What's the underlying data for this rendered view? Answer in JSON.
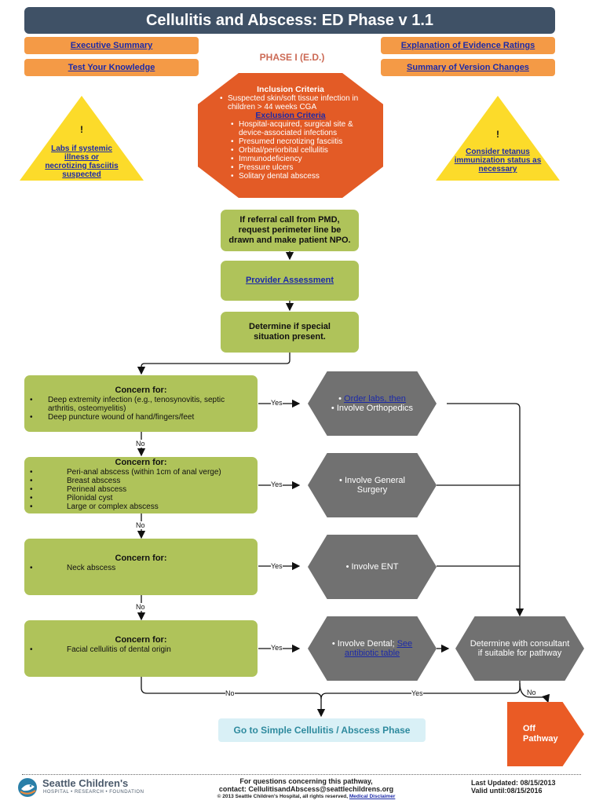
{
  "header": {
    "title": "Cellulitis and Abscess:  ED Phase v 1.1"
  },
  "nav": {
    "executive_summary": "Executive Summary",
    "test_knowledge": "Test Your Knowledge",
    "evidence_ratings": "Explanation of Evidence Ratings",
    "version_changes": "Summary of Version Changes"
  },
  "phase_label": "PHASE I (E.D.)",
  "criteria": {
    "inclusion_title": "Inclusion Criteria",
    "inclusion_items": [
      "Suspected skin/soft tissue infection in children > 44 weeks CGA"
    ],
    "exclusion_title": "Exclusion Criteria",
    "exclusion_items": [
      "Hospital-acquired, surgical site & device-associated infections",
      "Presumed necrotizing fasciitis",
      "Orbital/periorbital cellulitis",
      "Immunodeficiency",
      "Pressure ulcers",
      "Solitary dental abscess"
    ]
  },
  "warnings": {
    "left_bang": "!",
    "left_text": "Labs if systemic illness or necrotizing fasciitis suspected",
    "right_bang": "!",
    "right_text": "Consider tetanus immunization status as necessary"
  },
  "flow": {
    "referral": "If referral call from PMD, request perimeter line be drawn and make patient NPO.",
    "provider_assessment": "Provider Assessment",
    "special_situation": "Determine if special situation present.",
    "concern_title": "Concern for:",
    "concern1_items": [
      "Deep extremity infection (e.g., tenosynovitis, septic arthritis, osteomyelitis)",
      "Deep puncture wound of hand/fingers/feet"
    ],
    "concern2_items": [
      "Peri-anal abscess (within 1cm of anal verge)",
      "Breast abscess",
      "Perineal abscess",
      "Pilonidal cyst",
      "Large or complex abscess"
    ],
    "concern3_items": [
      "Neck abscess"
    ],
    "concern4_items": [
      "Facial cellulitis of dental origin"
    ],
    "action1_link": "Order labs, then",
    "action1_text": "Involve Orthopedics",
    "action2": "Involve General Surgery",
    "action3": "Involve ENT",
    "action4_text": "Involve Dental; ",
    "action4_link": "See antibiotic table",
    "consultant": "Determine with consultant if suitable for pathway",
    "yes": "Yes",
    "no": "No",
    "simple_phase": "Go to Simple Cellulitis / Abscess Phase",
    "off_pathway_1": "Off",
    "off_pathway_2": "Pathway"
  },
  "footer": {
    "org_name": "Seattle Children's",
    "org_sub": "HOSPITAL • RESEARCH • FOUNDATION",
    "contact_line1": "For questions concerning this pathway,",
    "contact_line2": "contact: CellulitisandAbscess@seattlechildrens.org",
    "copyright": "© 2013 Seattle Children's Hospital, all rights reserved, ",
    "disclaimer": "Medical Disclaimer",
    "last_updated": "Last Updated: 08/15/2013",
    "valid_until": "Valid until:08/15/2016"
  },
  "colors": {
    "header": "#3f5166",
    "nav_orange": "#f49a46",
    "criteria_orange": "#e35b26",
    "warning_yellow": "#fcdb2a",
    "step_green": "#afc35a",
    "action_gray": "#717171",
    "phase_teal": "#d9f0f6"
  }
}
